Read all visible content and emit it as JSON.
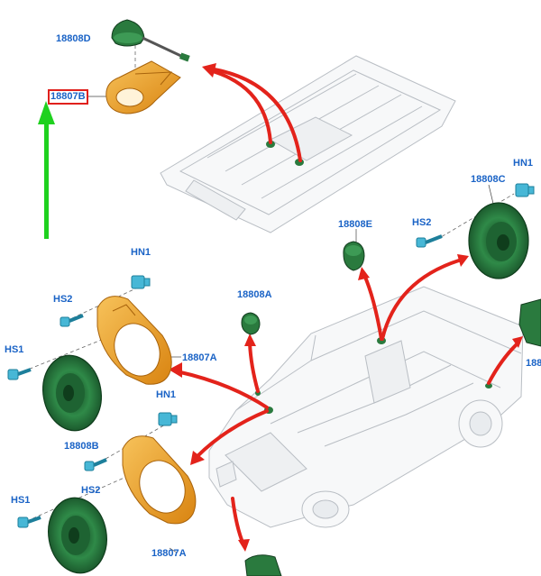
{
  "diagram": {
    "colors": {
      "label": "#1a63c6",
      "highlight_box": "#e0201c",
      "arrow_red": "#e3231b",
      "arrow_green": "#1fd11f",
      "speaker_green": "#1f6b32",
      "bracket_orange": "#e89a1e",
      "clip_cyan": "#47b7d6",
      "vehicle_line": "#b9bec4"
    },
    "labels": {
      "l_18808D": "18808D",
      "l_18807B": "18807B",
      "l_HN1_top": "HN1",
      "l_18808C": "18808C",
      "l_HS2_right": "HS2",
      "l_18808E": "18808E",
      "l_HN1_left": "HN1",
      "l_HS2_left": "HS2",
      "l_18808A": "18808A",
      "l_HS1_left": "HS1",
      "l_18807A_upper": "18807A",
      "l_HN1_lower": "HN1",
      "l_18808B": "18808B",
      "l_HS1_lower": "HS1",
      "l_HS2_lower": "HS2",
      "l_18807A_lower": "18807A",
      "l_188_cut": "188"
    }
  }
}
